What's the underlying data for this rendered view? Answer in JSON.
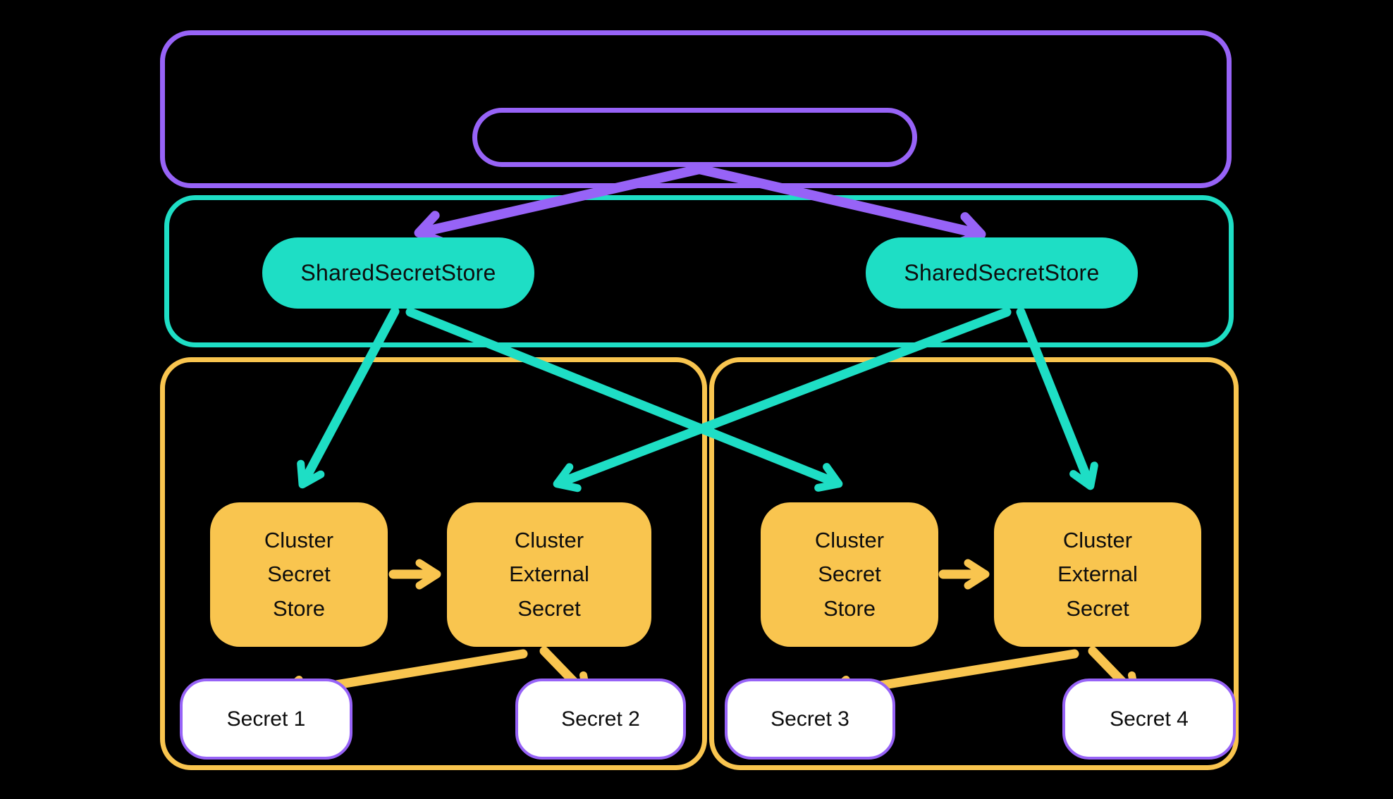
{
  "diagram_title": "",
  "colors": {
    "background": "#000000",
    "purple_accent": "#9763F7",
    "teal_accent": "#1EDEC5",
    "yellow_accent": "#F9C54F",
    "secret_fill": "#FFFFFF",
    "text": "#0D0D0D"
  },
  "shared_secret_stores": [
    {
      "label": "SharedSecretStore"
    },
    {
      "label": "SharedSecretStore"
    }
  ],
  "clusters": [
    {
      "secret_store": {
        "label": "Cluster\nSecret\nStore"
      },
      "external_secret": {
        "label": "Cluster\nExternal\nSecret"
      },
      "secrets": [
        {
          "label": "Secret 1"
        },
        {
          "label": "Secret 2"
        }
      ]
    },
    {
      "secret_store": {
        "label": "Cluster\nSecret\nStore"
      },
      "external_secret": {
        "label": "Cluster\nExternal\nSecret"
      },
      "secrets": [
        {
          "label": "Secret 3"
        },
        {
          "label": "Secret 4"
        }
      ]
    }
  ]
}
